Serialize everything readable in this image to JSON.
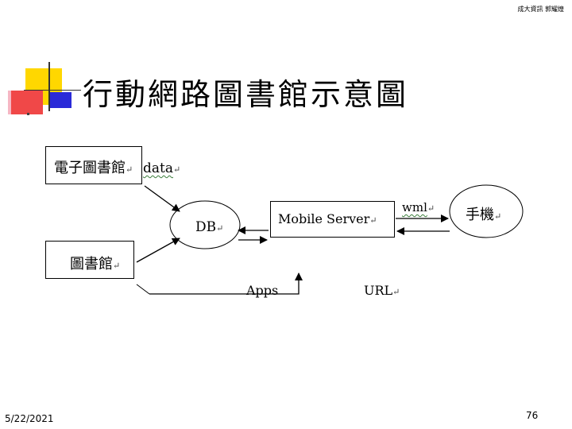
{
  "header": {
    "author_note": "成大資訊 郭耀煌"
  },
  "slide": {
    "title": "行動網路圖書館示意圖"
  },
  "diagram": {
    "nodes": {
      "e_library": "電子圖書館",
      "library": "圖書館",
      "db": "DB",
      "mobile_server": "Mobile Server",
      "phone": "手機"
    },
    "edge_labels": {
      "data": "data",
      "wml": "wml",
      "apps": "Apps",
      "url": "URL"
    },
    "return_mark": "↵"
  },
  "footer": {
    "date": "5/22/2021",
    "page_number": "76"
  },
  "colors": {
    "yellow": "#ffd700",
    "red": "#f04848",
    "blue": "#2a2ad8",
    "pink": "#f6b7c4"
  }
}
